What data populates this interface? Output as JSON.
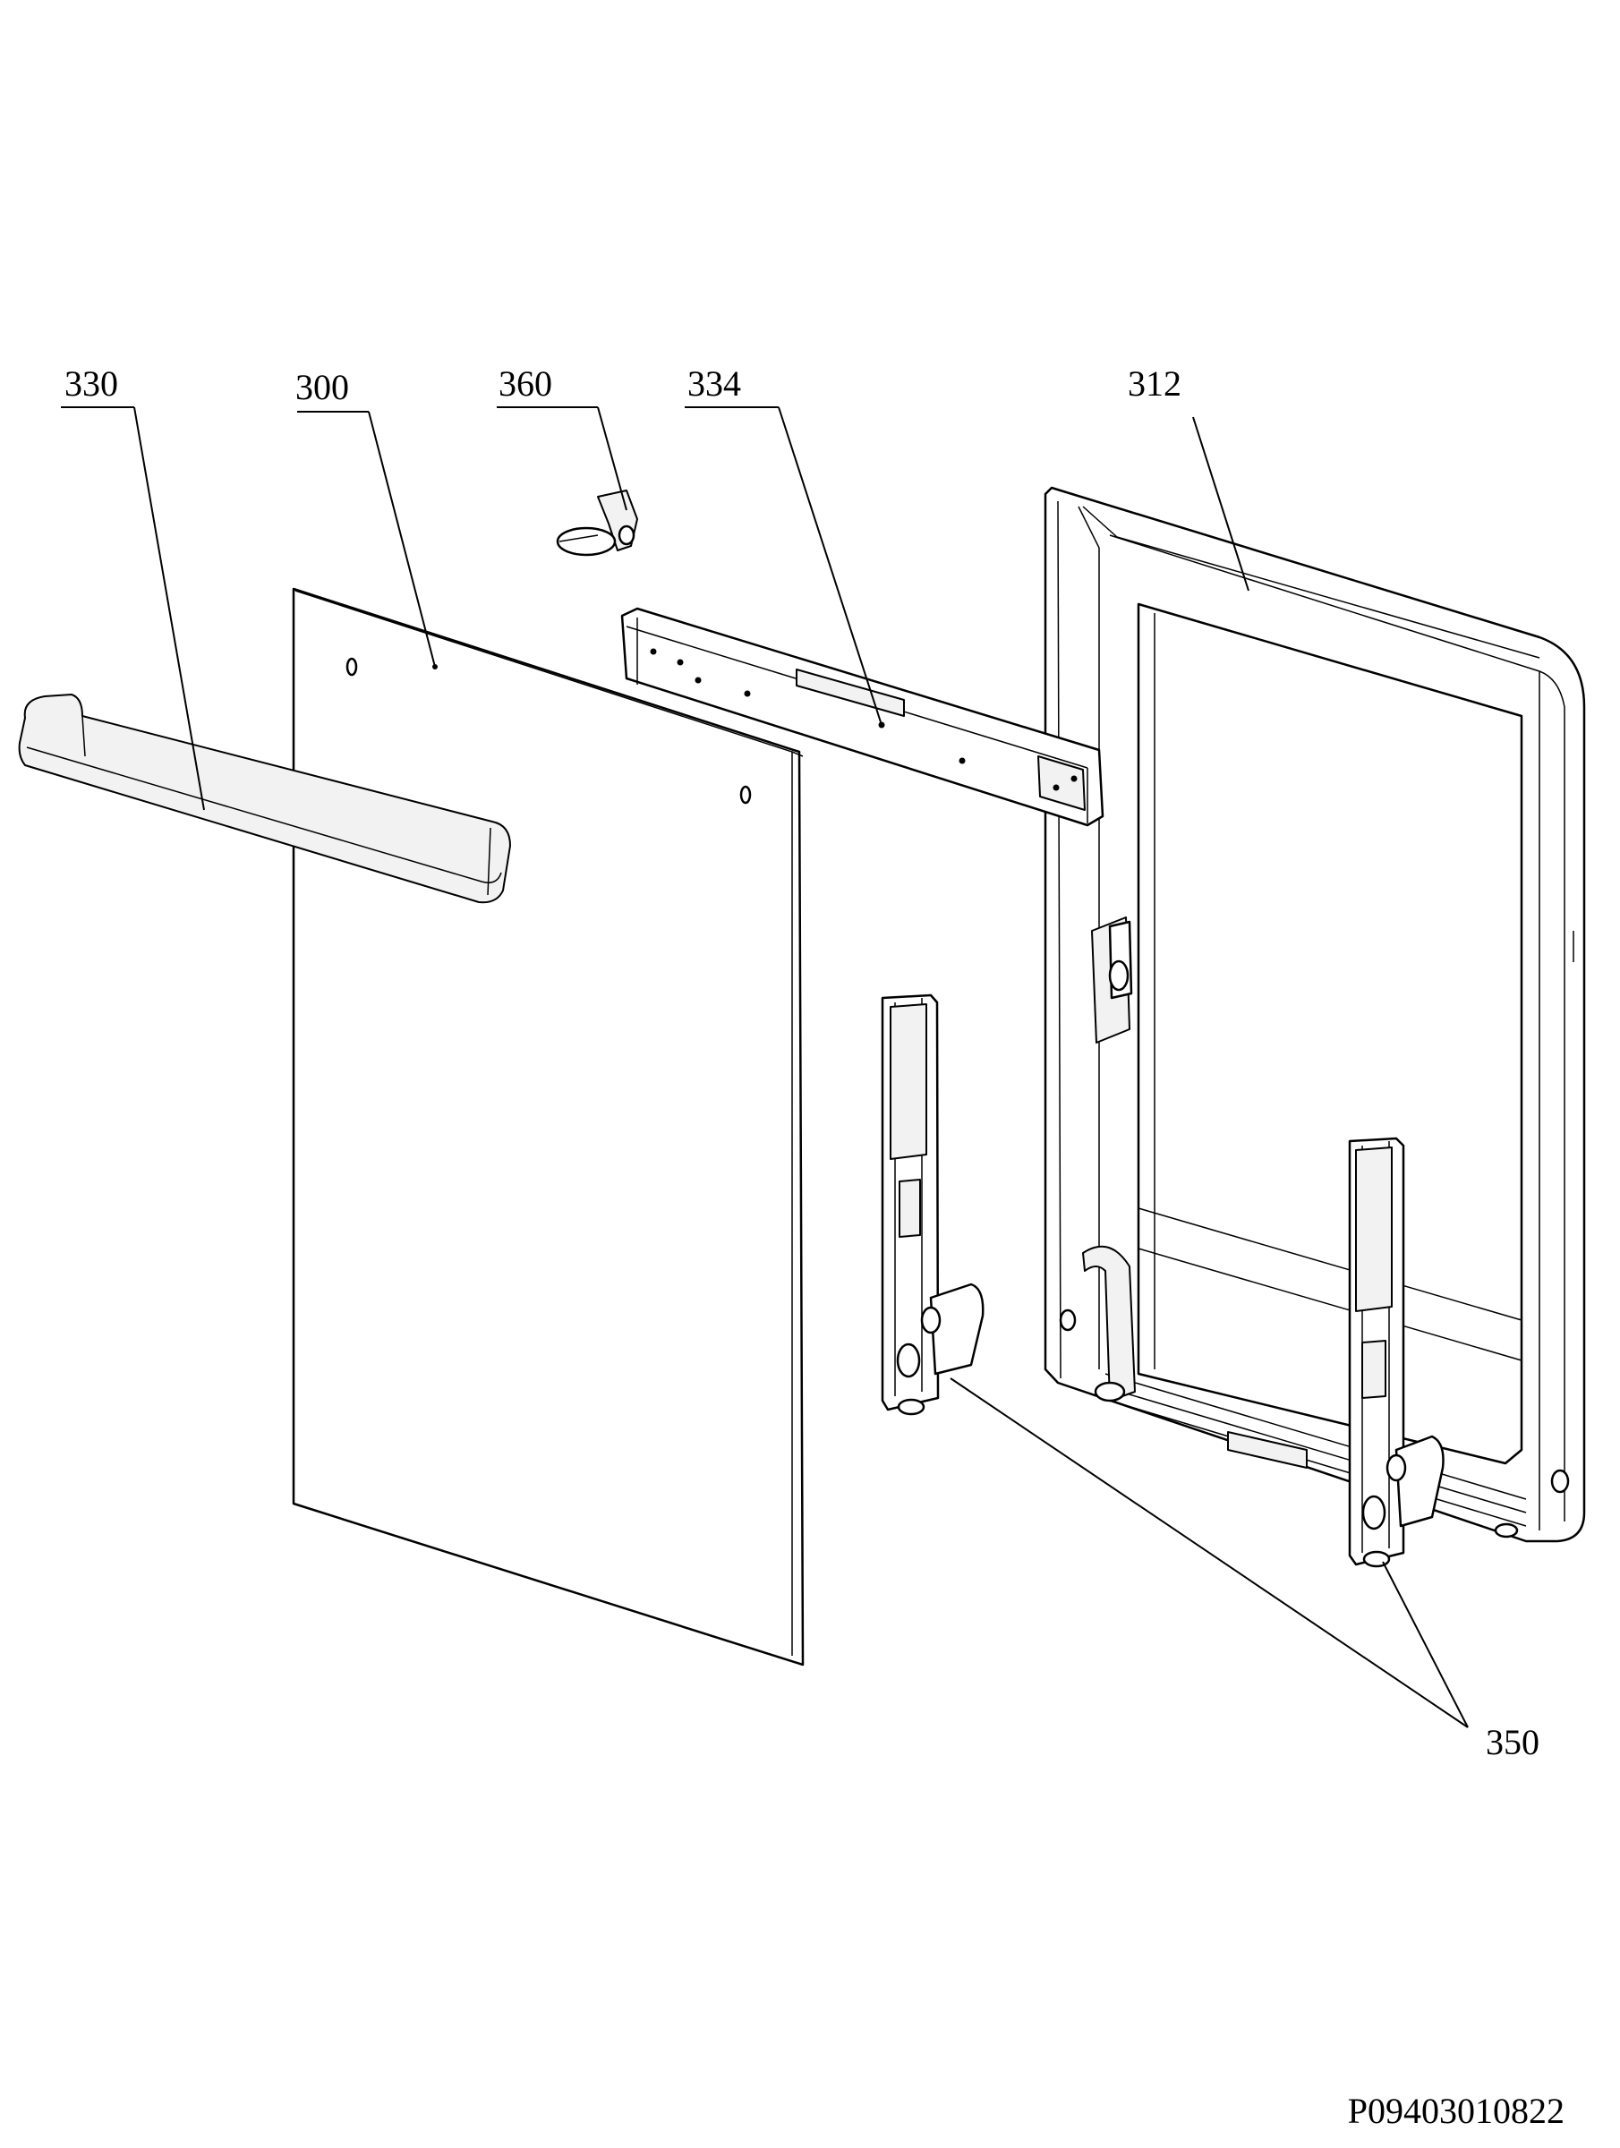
{
  "labels": {
    "handle": "330",
    "outer_glass": "300",
    "clip": "360",
    "top_trim": "334",
    "inner_frame": "312",
    "hinges": "350"
  },
  "document_code": "P09403010822"
}
